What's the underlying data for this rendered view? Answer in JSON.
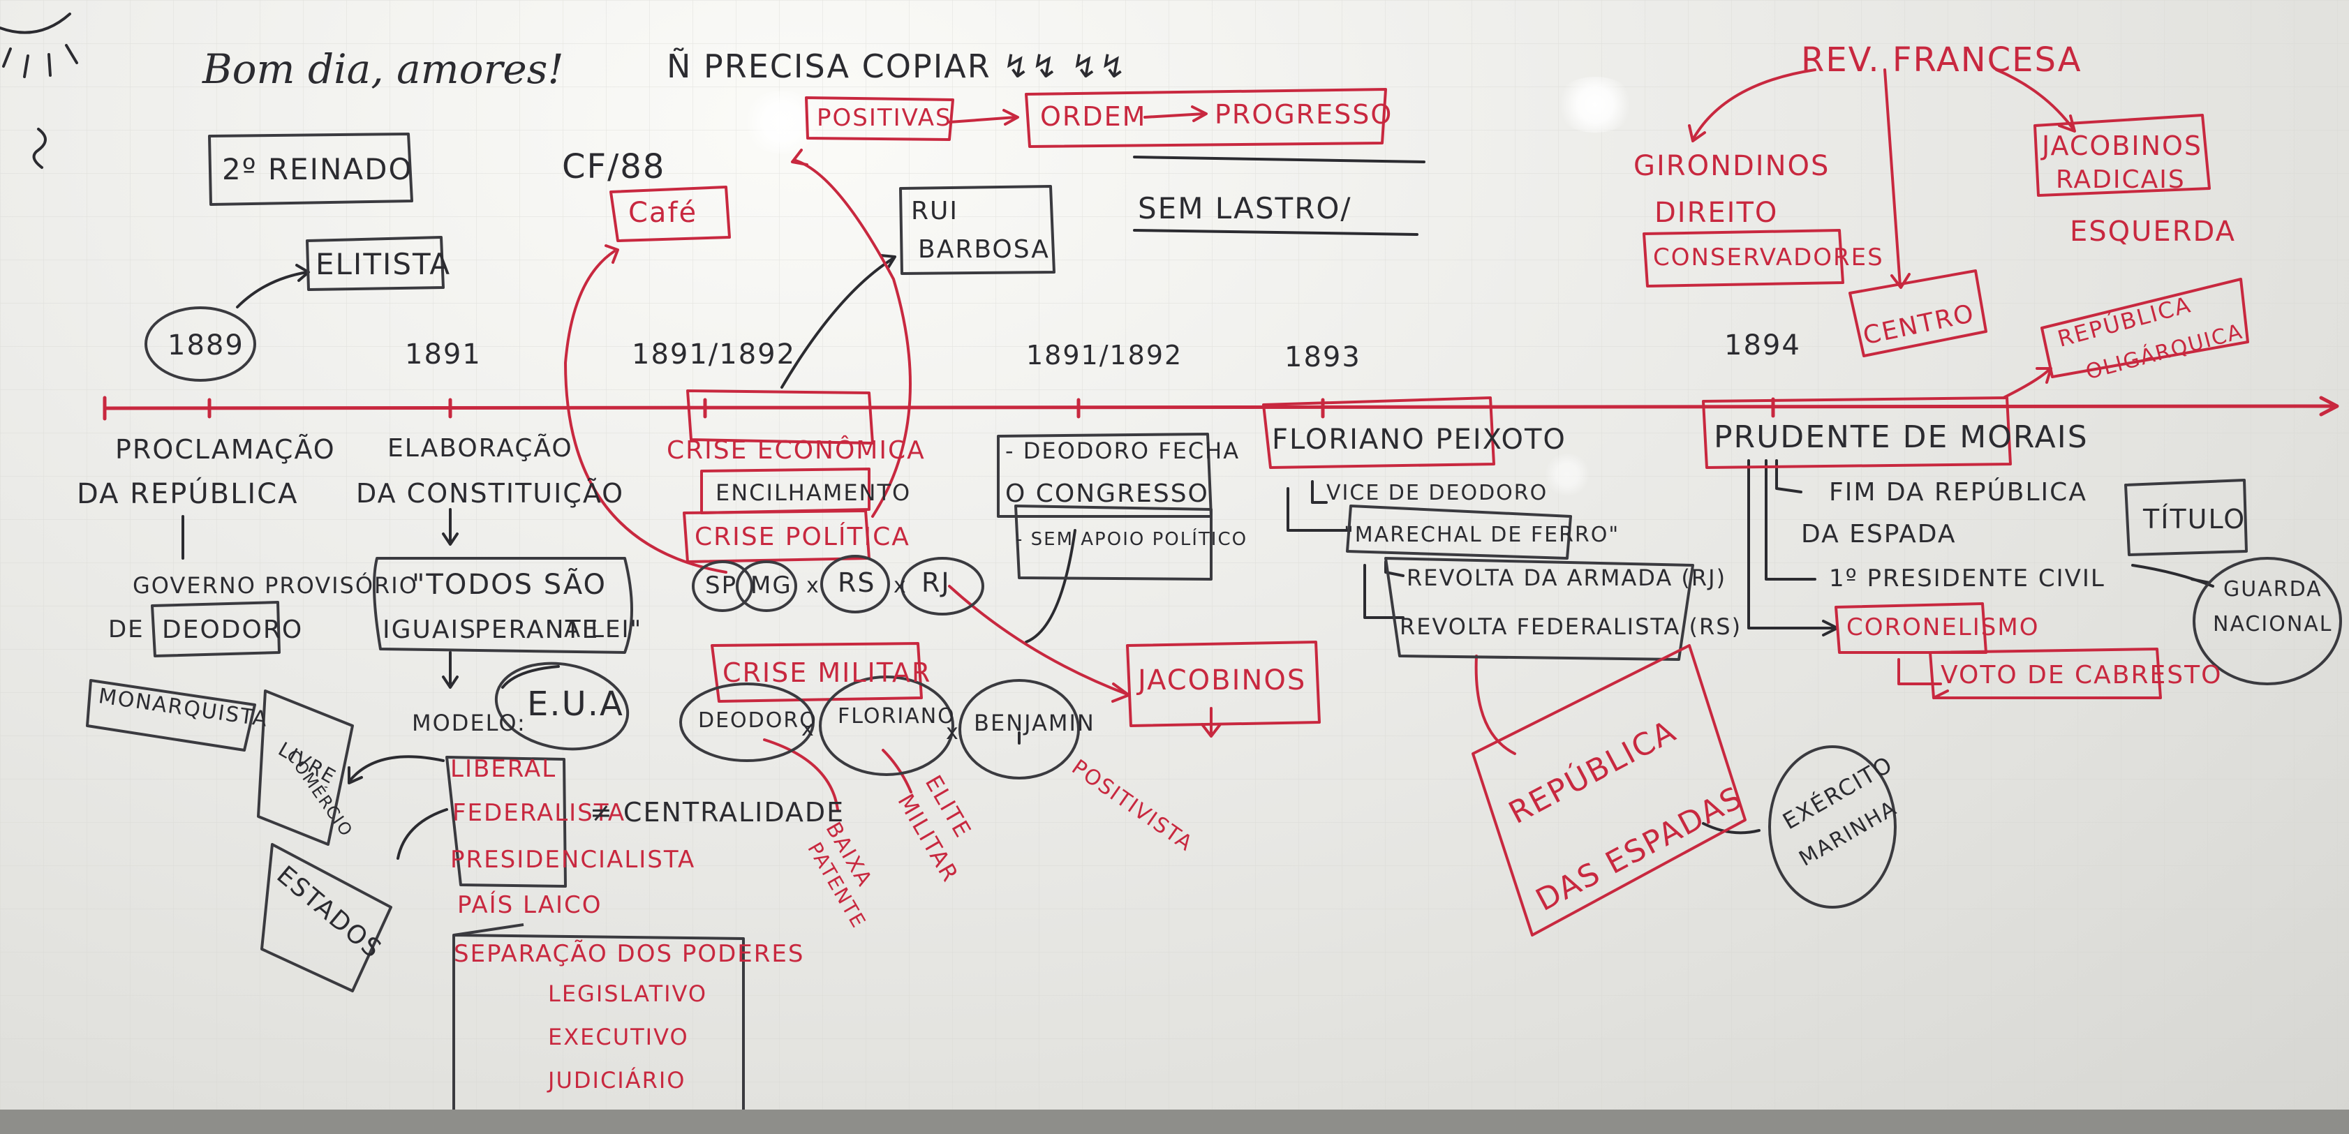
{
  "header": {
    "greeting": "Bom dia, amores!",
    "notice": "Ñ PRECISA COPIAR ↯↯ ↯↯"
  },
  "top": {
    "positivas": "POSITIVAS",
    "ordem": "ORDEM",
    "progresso": "PROGRESSO",
    "sem_lastro": "SEM LASTRO/",
    "rui_barbosa_1": "RUI",
    "rui_barbosa_2": "BARBOSA",
    "cf88": "CF/88",
    "cafe": "Café",
    "segundo_reinado": "2º REINADO",
    "elitista": "ELITISTA"
  },
  "french": {
    "title": "REV. FRANCESA",
    "girondinos": "GIRONDINOS",
    "direito": "DIREITO",
    "conservadores": "CONSERVADORES",
    "centro": "CENTRO",
    "jacobinos_1": "JACOBINOS",
    "jacobinos_2": "RADICAIS",
    "esquerda": "ESQUERDA"
  },
  "timeline": {
    "years": [
      "1889",
      "1891",
      "1891/1892",
      "1891/1892",
      "1893",
      "1894"
    ]
  },
  "col1889": {
    "line1": "PROCLAMAÇÃO",
    "line2": "DA REPÚBLICA",
    "gov1": "GOVERNO PROVISÓRIO",
    "gov2": "DE",
    "deodoro": "DEODORO",
    "monarquista": "MONARQUISTA"
  },
  "col1891": {
    "line1": "ELABORAÇÃO",
    "line2": "DA CONSTITUIÇÃO",
    "quote1": "\"TODOS SÃO",
    "iguais": "IGUAIS",
    "perante": "PERANTE",
    "a_lei": "A LEI\"",
    "eua": "E.U.A",
    "modelo": "MODELO:",
    "liberal": "LIBERAL",
    "federalista": "FEDERALISTA",
    "centralidade": "≠ CENTRALIDADE",
    "presidencialista": "PRESIDENCIALISTA",
    "pais_laico": "PAÍS LAICO",
    "separacao": "SEPARAÇÃO DOS PODERES",
    "legislativo": "LEGISLATIVO",
    "executivo": "EXECUTIVO",
    "judiciario": "JUDICIÁRIO",
    "livre1": "LIVRE",
    "livre2": "COMÉRCIO",
    "estados": "ESTADOS"
  },
  "col1892": {
    "crise_economica": "CRISE ECONÔMICA",
    "encilhamento": "ENCILHAMENTO",
    "crise_politica": "CRISE POLÍTICA",
    "sp": "SP",
    "mg": "MG",
    "rs": "RS",
    "rj": "RJ",
    "x": "x",
    "crise_militar": "CRISE MILITAR",
    "deodoro": "DEODORO",
    "floriano": "FLORIANO",
    "benjamin": "BENJAMIN",
    "baixa1": "BAIXA",
    "baixa2": "PATENTE",
    "elite1": "ELITE",
    "elite2": "MILITAR",
    "positivista": "POSITIVISTA",
    "jacobinos": "JACOBINOS"
  },
  "col1892b": {
    "line1": "- DEODORO FECHA",
    "line2": "O CONGRESSO",
    "line3": "- SEM APOIO POLÍTICO"
  },
  "col1893": {
    "floriano": "FLORIANO PEIXOTO",
    "vice": "VICE DE DEODORO",
    "marechal": "\"MARECHAL DE FERRO\"",
    "revolta1": "REVOLTA DA ARMADA (RJ)",
    "revolta2": "REVOLTA FEDERALISTA (RS)",
    "rep1": "REPÚBLICA",
    "rep2": "DAS ESPADAS",
    "exercito1": "EXÉRCITO",
    "exercito2": "MARINHA"
  },
  "col1894": {
    "prudente": "PRUDENTE DE MORAIS",
    "fim1": "FIM DA REPÚBLICA",
    "fim2": "DA ESPADA",
    "civil": "1º PRESIDENTE CIVIL",
    "coronelismo": "CORONELISMO",
    "voto": "VOTO DE CABRESTO",
    "titulo": "TÍTULO",
    "guarda1": "GUARDA",
    "guarda2": "NACIONAL",
    "oligarquica1": "REPÚBLICA",
    "oligarquica2": "OLIGÁRQUICA"
  },
  "colors": {
    "black_marker": "#2b2b30",
    "red_marker": "#c8283f",
    "board": "#ececea"
  }
}
